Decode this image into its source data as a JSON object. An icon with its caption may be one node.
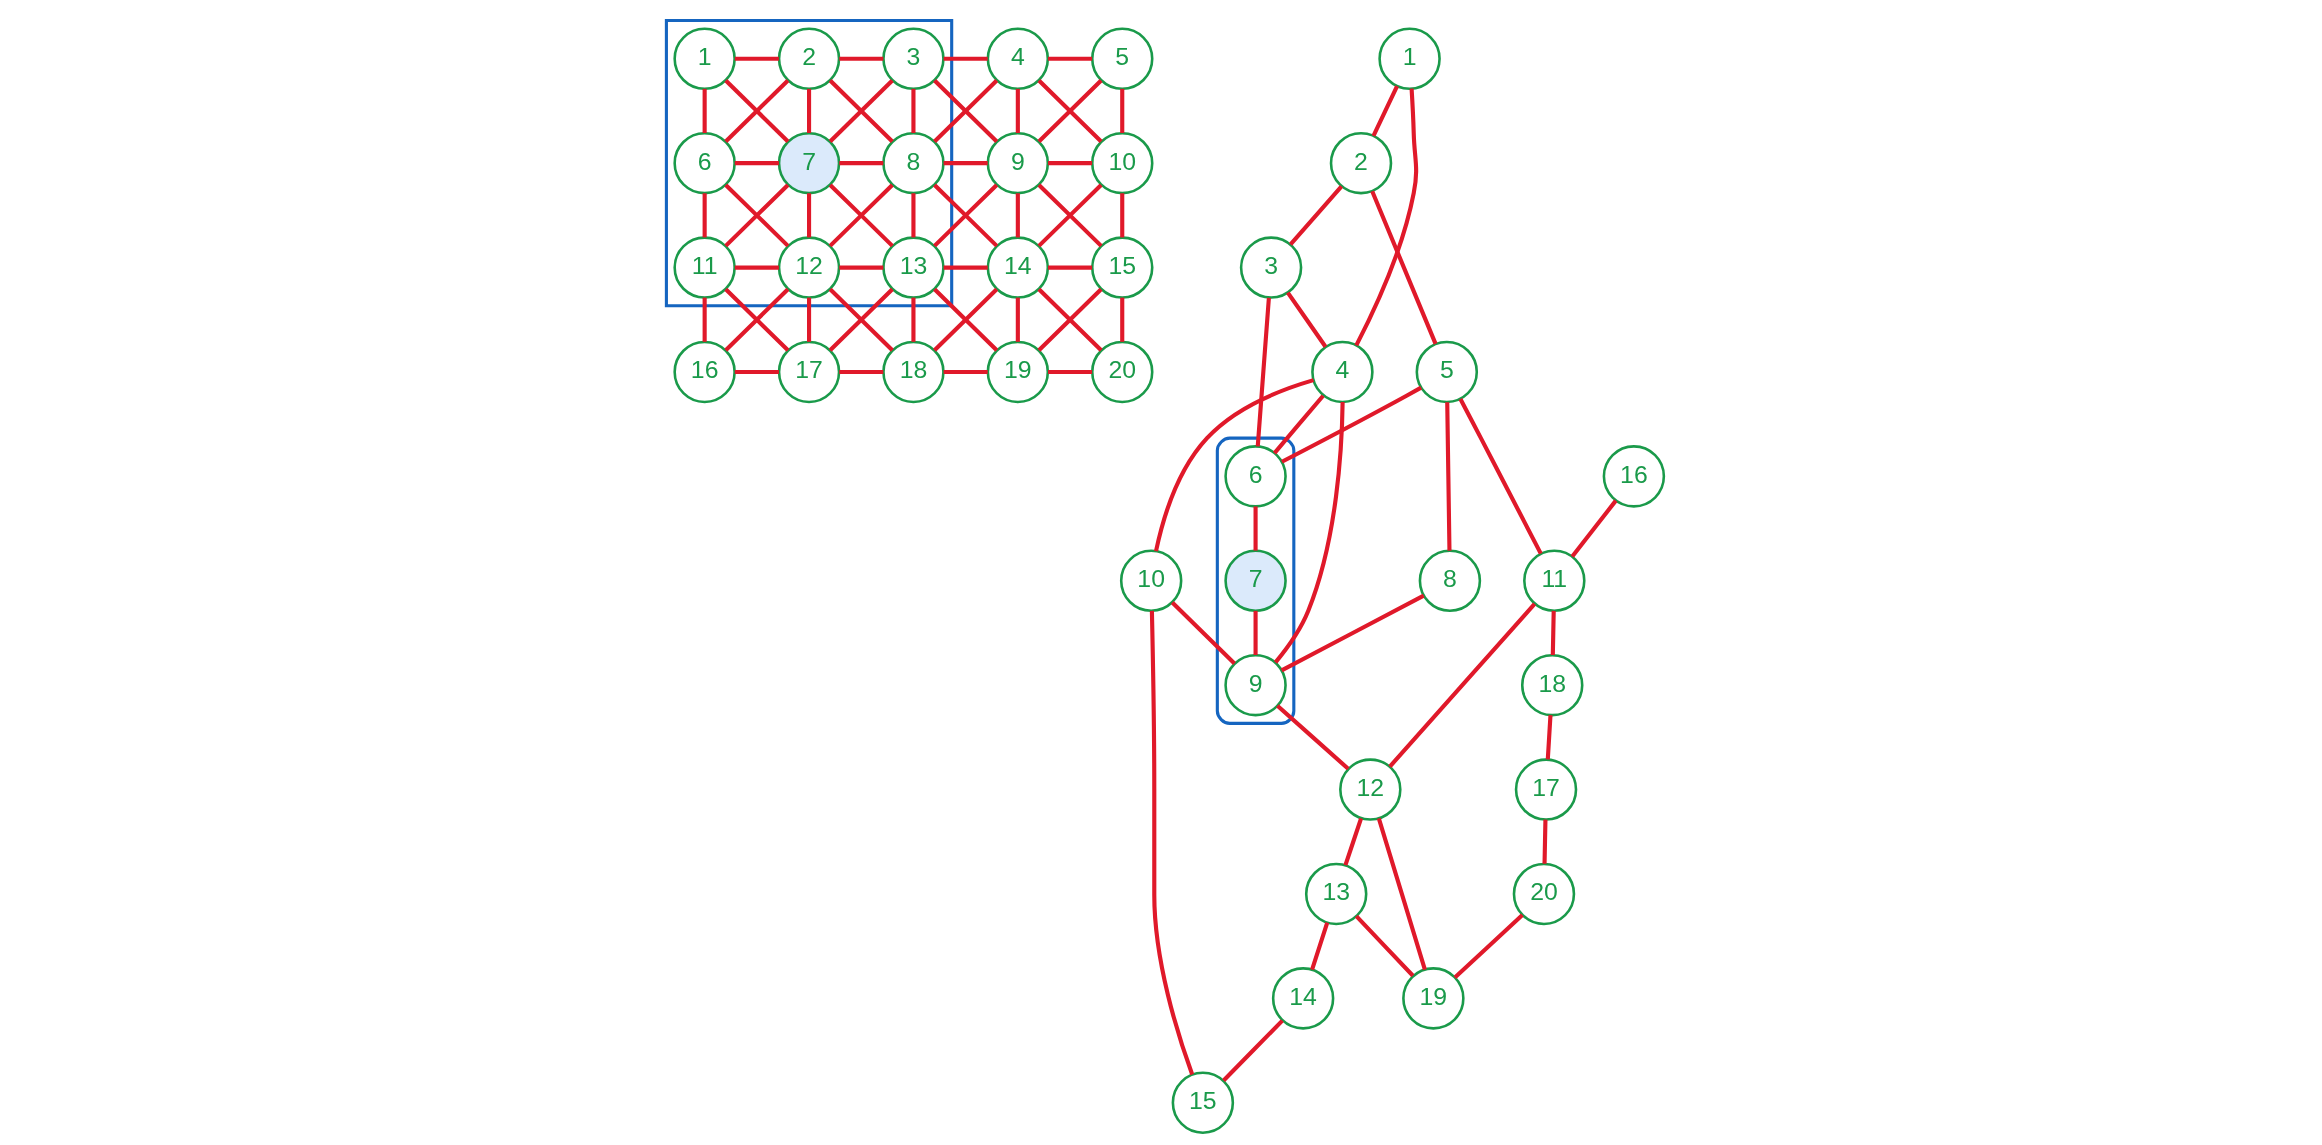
{
  "diagram": {
    "nodes": [
      {
        "text": [],
        "shape": "box"
      },
      {
        "text": [
          "1"
        ],
        "in": 0
      },
      {
        "text": [
          "2"
        ],
        "in": 0
      },
      {
        "text": [
          "3"
        ],
        "in": 0
      },
      {
        "text": [
          "4"
        ]
      },
      {
        "text": [
          "5"
        ]
      },
      {
        "text": [
          "6"
        ],
        "in": 0
      },
      {
        "text": [
          "7"
        ],
        "in": 0
      },
      {
        "text": [
          "8"
        ],
        "in": 0
      },
      {
        "text": [
          "9"
        ]
      },
      {
        "text": [
          "10"
        ]
      },
      {
        "text": [
          "11"
        ],
        "in": 0
      },
      {
        "text": [
          "12"
        ],
        "in": 0
      },
      {
        "text": [
          "13"
        ],
        "in": 0
      },
      {
        "text": [
          "14"
        ]
      },
      {
        "text": [
          "15"
        ]
      },
      {
        "text": [
          "16"
        ]
      },
      {
        "text": [
          "17"
        ]
      },
      {
        "text": [
          "18"
        ]
      },
      {
        "text": [
          "19"
        ]
      },
      {
        "text": [
          "20"
        ]
      },
      {
        "text": [],
        "shape": "ellipse"
      },
      {
        "text": [
          "1"
        ]
      },
      {
        "text": [
          "2"
        ]
      },
      {
        "text": [
          "3"
        ]
      },
      {
        "text": [
          "4"
        ]
      },
      {
        "text": [
          "5"
        ]
      },
      {
        "text": [
          "6"
        ],
        "in": 21
      },
      {
        "text": [
          "7"
        ],
        "in": 21
      },
      {
        "text": [
          "8"
        ]
      },
      {
        "text": [
          "9"
        ],
        "in": 21
      },
      {
        "text": [
          "10"
        ]
      },
      {
        "text": [
          "11"
        ]
      },
      {
        "text": [
          "12"
        ]
      },
      {
        "text": [
          "13"
        ]
      },
      {
        "text": [
          "14"
        ]
      },
      {
        "text": [
          "15"
        ]
      },
      {
        "text": [
          "16"
        ]
      },
      {
        "text": [
          "17"
        ]
      },
      {
        "text": [
          "18"
        ]
      },
      {
        "text": [
          "19"
        ]
      },
      {
        "text": [
          "20"
        ]
      }
    ],
    "edges": [
      {
        "from": 1,
        "to": 2,
        "arrow": "none"
      },
      {
        "from": 2,
        "to": 3,
        "arrow": "none"
      },
      {
        "from": 3,
        "to": 4,
        "arrow": "none"
      },
      {
        "from": 4,
        "to": 5,
        "arrow": "none"
      },
      {
        "from": 6,
        "to": 7,
        "arrow": "none"
      },
      {
        "from": 7,
        "to": 8,
        "arrow": "none"
      },
      {
        "from": 8,
        "to": 9,
        "arrow": "none"
      },
      {
        "from": 9,
        "to": 10,
        "arrow": "none"
      },
      {
        "from": 11,
        "to": 12,
        "arrow": "none"
      },
      {
        "from": 12,
        "to": 13,
        "arrow": "none"
      },
      {
        "from": 13,
        "to": 14,
        "arrow": "none"
      },
      {
        "from": 14,
        "to": 15,
        "arrow": "none"
      },
      {
        "from": 16,
        "to": 17,
        "arrow": "none"
      },
      {
        "from": 17,
        "to": 18,
        "arrow": "none"
      },
      {
        "from": 18,
        "to": 19,
        "arrow": "none"
      },
      {
        "from": 19,
        "to": 20,
        "arrow": "none"
      },
      {
        "from": 1,
        "to": 6,
        "arrow": "none"
      },
      {
        "from": 2,
        "to": 7,
        "arrow": "none"
      },
      {
        "from": 3,
        "to": 8,
        "arrow": "none"
      },
      {
        "from": 4,
        "to": 9,
        "arrow": "none"
      },
      {
        "from": 5,
        "to": 10,
        "arrow": "none"
      },
      {
        "from": 6,
        "to": 11,
        "arrow": "none"
      },
      {
        "from": 7,
        "to": 12,
        "arrow": "none"
      },
      {
        "from": 8,
        "to": 13,
        "arrow": "none"
      },
      {
        "from": 9,
        "to": 14,
        "arrow": "none"
      },
      {
        "from": 10,
        "to": 15,
        "arrow": "none"
      },
      {
        "from": 11,
        "to": 16,
        "arrow": "none"
      },
      {
        "from": 12,
        "to": 17,
        "arrow": "none"
      },
      {
        "from": 13,
        "to": 18,
        "arrow": "none"
      },
      {
        "from": 14,
        "to": 19,
        "arrow": "none"
      },
      {
        "from": 15,
        "to": 20,
        "arrow": "none"
      },
      {
        "from": 1,
        "to": 7,
        "arrow": "none"
      },
      {
        "from": 2,
        "to": 6,
        "arrow": "none"
      },
      {
        "from": 2,
        "to": 8,
        "arrow": "none"
      },
      {
        "from": 3,
        "to": 7,
        "arrow": "none"
      },
      {
        "from": 3,
        "to": 9,
        "arrow": "none"
      },
      {
        "from": 4,
        "to": 8,
        "arrow": "none"
      },
      {
        "from": 4,
        "to": 10,
        "arrow": "none"
      },
      {
        "from": 5,
        "to": 9,
        "arrow": "none"
      },
      {
        "from": 6,
        "to": 12,
        "arrow": "none"
      },
      {
        "from": 7,
        "to": 11,
        "arrow": "none"
      },
      {
        "from": 7,
        "to": 13,
        "arrow": "none"
      },
      {
        "from": 8,
        "to": 12,
        "arrow": "none"
      },
      {
        "from": 8,
        "to": 14,
        "arrow": "none"
      },
      {
        "from": 9,
        "to": 13,
        "arrow": "none"
      },
      {
        "from": 9,
        "to": 15,
        "arrow": "none"
      },
      {
        "from": 10,
        "to": 14,
        "arrow": "none"
      },
      {
        "from": 11,
        "to": 17,
        "arrow": "none"
      },
      {
        "from": 12,
        "to": 16,
        "arrow": "none"
      },
      {
        "from": 12,
        "to": 18,
        "arrow": "none"
      },
      {
        "from": 13,
        "to": 17,
        "arrow": "none"
      },
      {
        "from": 13,
        "to": 19,
        "arrow": "none"
      },
      {
        "from": 14,
        "to": 18,
        "arrow": "none"
      },
      {
        "from": 14,
        "to": 20,
        "arrow": "none"
      },
      {
        "from": 15,
        "to": 19,
        "arrow": "none"
      },
      {
        "from": 22,
        "to": 23,
        "arrow": "none"
      },
      {
        "from": 22,
        "to": 25,
        "arrow": "none"
      },
      {
        "from": 23,
        "to": 24,
        "arrow": "none"
      },
      {
        "from": 24,
        "to": 25,
        "arrow": "none"
      },
      {
        "from": 23,
        "to": 26,
        "arrow": "none"
      },
      {
        "from": 24,
        "to": 27,
        "arrow": "none"
      },
      {
        "from": 25,
        "to": 27,
        "arrow": "none"
      },
      {
        "from": 25,
        "to": 30,
        "arrow": "none"
      },
      {
        "from": 25,
        "to": 31,
        "arrow": "none"
      },
      {
        "from": 26,
        "to": 27,
        "arrow": "none"
      },
      {
        "from": 26,
        "to": 29,
        "arrow": "none"
      },
      {
        "from": 26,
        "to": 32,
        "arrow": "none"
      },
      {
        "from": 27,
        "to": 28,
        "arrow": "none"
      },
      {
        "from": 28,
        "to": 30,
        "arrow": "none"
      },
      {
        "from": 29,
        "to": 30,
        "arrow": "none"
      },
      {
        "from": 31,
        "to": 30,
        "arrow": "none"
      },
      {
        "from": 31,
        "to": 36,
        "arrow": "none"
      },
      {
        "from": 30,
        "to": 33,
        "arrow": "none"
      },
      {
        "from": 37,
        "to": 32,
        "arrow": "none"
      },
      {
        "from": 32,
        "to": 33,
        "arrow": "none"
      },
      {
        "from": 32,
        "to": 39,
        "arrow": "none"
      },
      {
        "from": 33,
        "to": 34,
        "arrow": "none"
      },
      {
        "from": 33,
        "to": 40,
        "arrow": "none"
      },
      {
        "from": 34,
        "to": 35,
        "arrow": "none"
      },
      {
        "from": 35,
        "to": 36,
        "arrow": "none"
      },
      {
        "from": 34,
        "to": 40,
        "arrow": "none"
      },
      {
        "from": 39,
        "to": 38,
        "arrow": "none"
      },
      {
        "from": 38,
        "to": 41,
        "arrow": "none"
      },
      {
        "from": 41,
        "to": 40,
        "arrow": "none"
      }
    ]
  }
}
